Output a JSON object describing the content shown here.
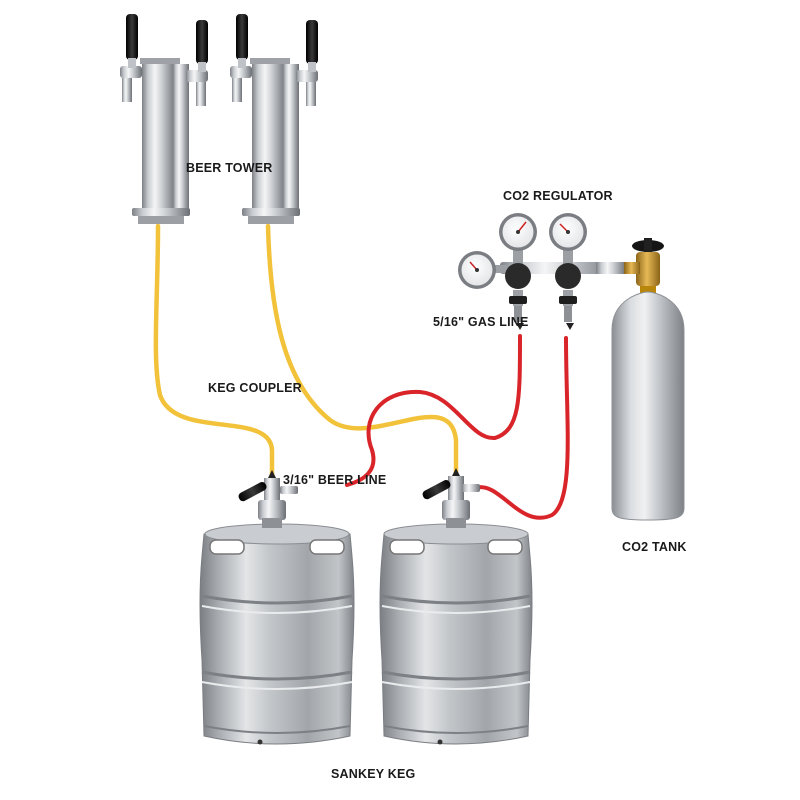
{
  "labels": {
    "beer_tower": "BEER TOWER",
    "co2_regulator": "CO2 REGULATOR",
    "gas_line": "5/16\" GAS LINE",
    "keg_coupler": "KEG COUPLER",
    "beer_line": "3/16\" BEER LINE",
    "co2_tank": "CO2 TANK",
    "sankey_keg": "SANKEY KEG"
  },
  "colors": {
    "beer_line": "#f2c23a",
    "gas_line": "#d9252a",
    "steel_light": "#e8eaec",
    "steel_mid": "#a9adb1",
    "steel_dark": "#6f7377",
    "brass": "#c8962e",
    "handle": "#141414"
  }
}
